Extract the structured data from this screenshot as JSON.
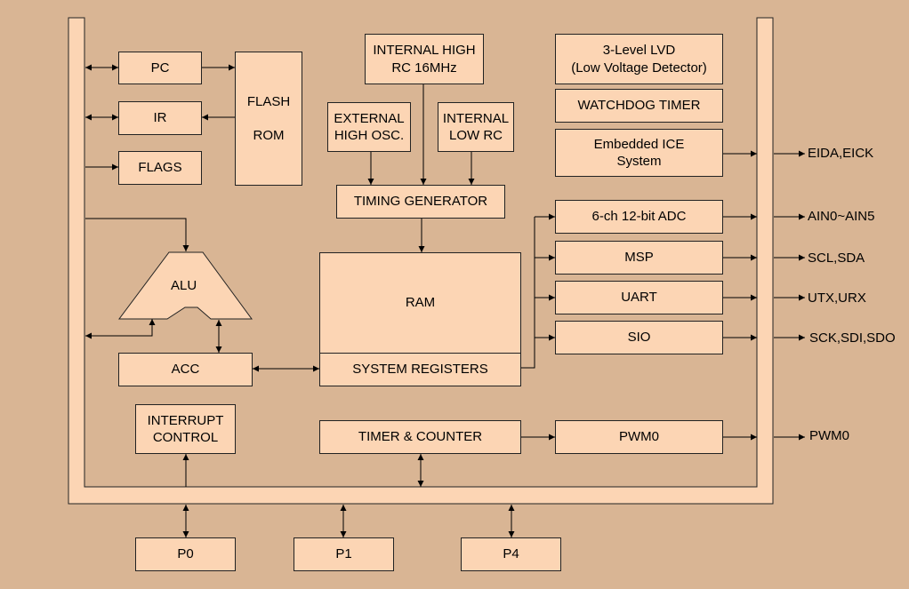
{
  "blocks": {
    "pc": "PC",
    "ir": "IR",
    "flags": "FLAGS",
    "flash_rom": [
      "FLASH",
      "ROM"
    ],
    "alu": "ALU",
    "acc": "ACC",
    "interrupt_control": [
      "INTERRUPT",
      "CONTROL"
    ],
    "internal_high_rc": [
      "INTERNAL HIGH",
      "RC 16MHz"
    ],
    "external_high_osc": [
      "EXTERNAL",
      "HIGH OSC."
    ],
    "internal_low_rc": [
      "INTERNAL",
      "LOW RC"
    ],
    "timing_generator": "TIMING GENERATOR",
    "ram": "RAM",
    "system_registers": "SYSTEM REGISTERS",
    "timer_counter": "TIMER & COUNTER",
    "lvd": [
      "3-Level LVD",
      "(Low Voltage Detector)"
    ],
    "watchdog": "WATCHDOG TIMER",
    "ice": [
      "Embedded ICE",
      "System"
    ],
    "adc": "6-ch 12-bit ADC",
    "msp": "MSP",
    "uart": "UART",
    "sio": "SIO",
    "pwm0": "PWM0",
    "p0": "P0",
    "p1": "P1",
    "p4": "P4"
  },
  "external_signals": {
    "ice": "EIDA,EICK",
    "adc": "AIN0~AIN5",
    "msp": "SCL,SDA",
    "uart": "UTX,URX",
    "sio": "SCK,SDI,SDO",
    "pwm": "PWM0"
  },
  "colors": {
    "background": "#d9b594",
    "block_fill": "#fcd5b4",
    "outline": "#222222"
  }
}
